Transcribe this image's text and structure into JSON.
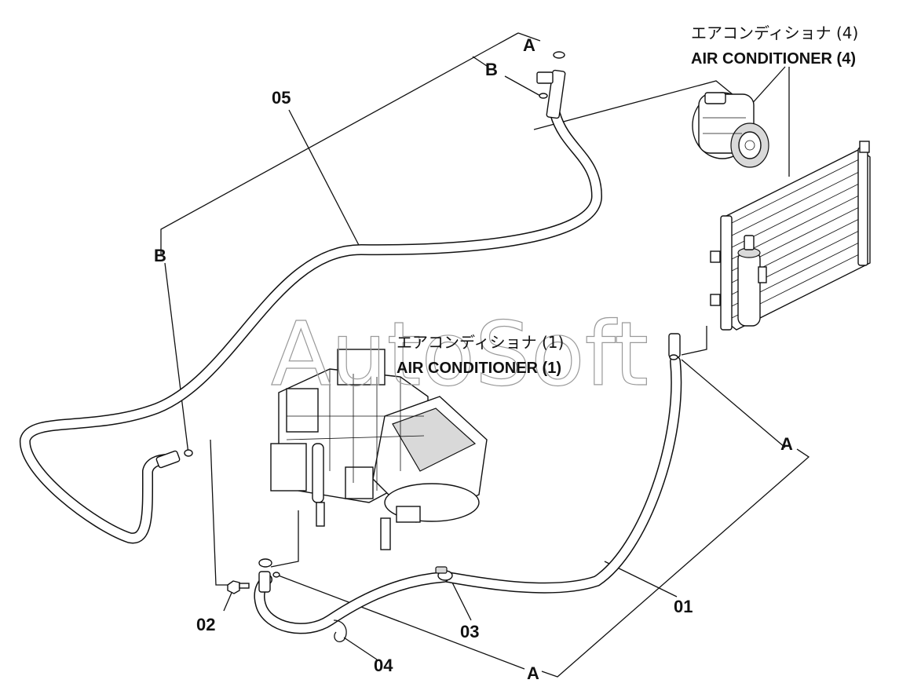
{
  "watermark": "AutoSoft",
  "top_right_label": {
    "japanese": "エアコンディショナ (4)",
    "english": "AIR CONDITIONER (4)"
  },
  "center_label": {
    "japanese": "エアコンディショナ (1)",
    "english": "AIR CONDITIONER (1)"
  },
  "part_numbers": {
    "p01": "01",
    "p02": "02",
    "p03": "03",
    "p04": "04",
    "p05": "05"
  },
  "connection_labels": {
    "a_top": "A",
    "b_top": "B",
    "b_left": "B",
    "a_right": "A",
    "a_bottom": "A"
  }
}
